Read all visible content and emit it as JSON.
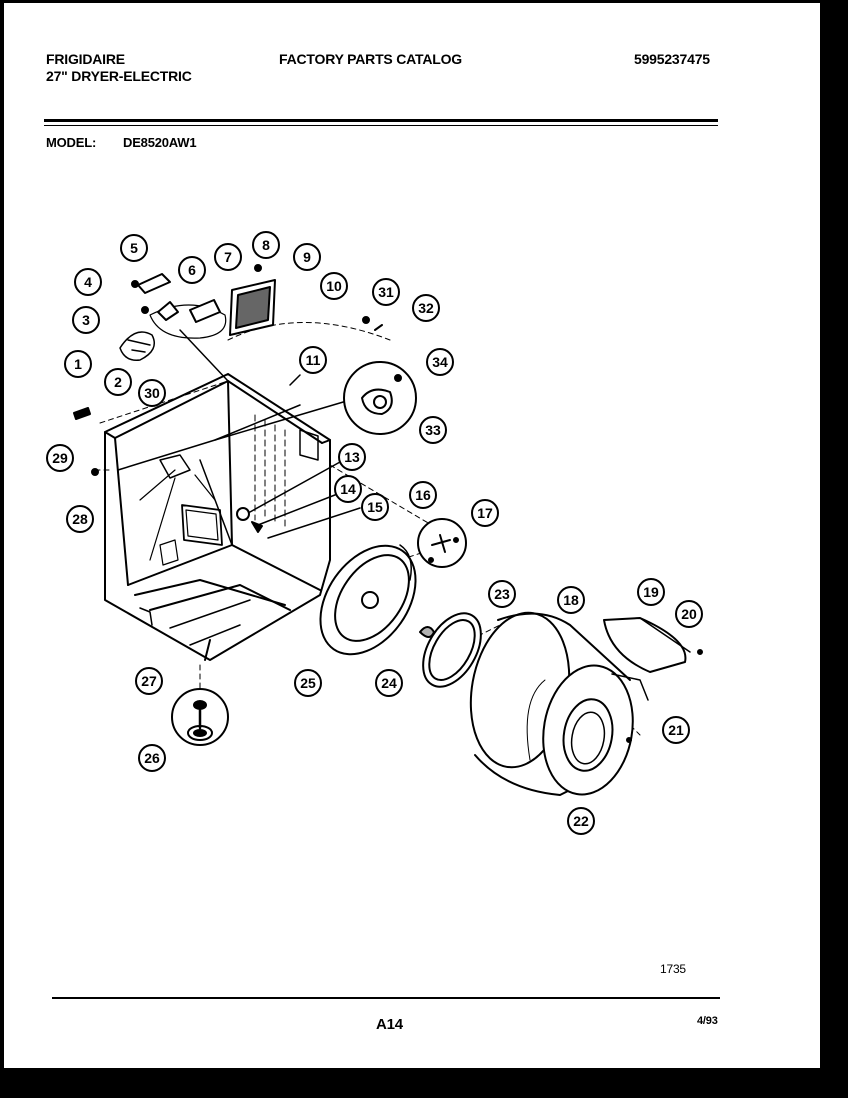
{
  "header": {
    "brand": "FRIGIDAIRE",
    "product": "27\" DRYER-ELECTRIC",
    "catalog_title": "FACTORY PARTS CATALOG",
    "catalog_number": "5995237475",
    "model_label": "MODEL:",
    "model_value": "DE8520AW1"
  },
  "footer": {
    "figure_number": "1735",
    "page_label": "A14",
    "date": "4/93"
  },
  "callouts": [
    "1",
    "2",
    "3",
    "4",
    "5",
    "6",
    "7",
    "8",
    "9",
    "10",
    "11",
    "13",
    "14",
    "15",
    "16",
    "17",
    "18",
    "19",
    "20",
    "21",
    "22",
    "23",
    "24",
    "25",
    "26",
    "27",
    "28",
    "29",
    "30",
    "31",
    "32",
    "33",
    "34"
  ]
}
